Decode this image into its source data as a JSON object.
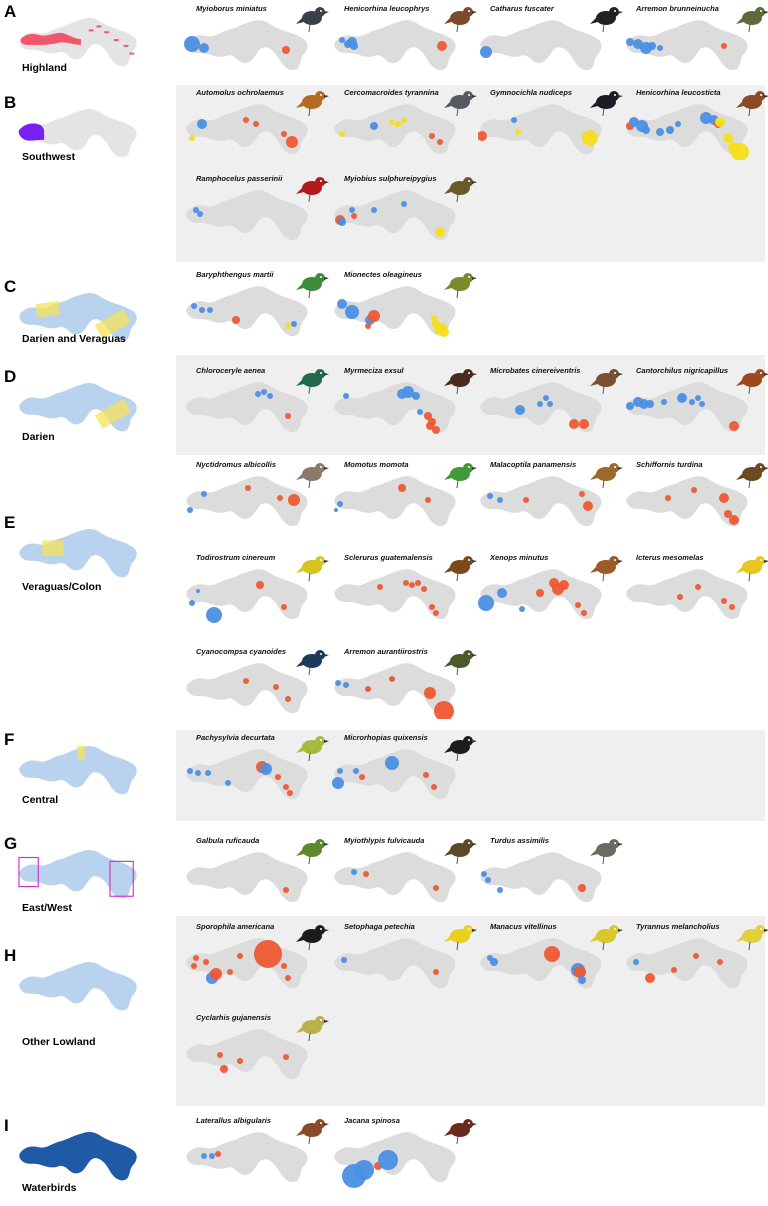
{
  "colors": {
    "land": "#dcdcdc",
    "lowland_blue": "#b9d2ee",
    "highland_red": "#f1566d",
    "southwest_purple": "#7a1ff2",
    "yellow_box": "#f6e25a",
    "magenta_box": "#cc33cc",
    "waterbird_blue": "#1f5aa6",
    "dot_blue": "#4a8fe3",
    "dot_red": "#ee5733",
    "dot_yellow": "#f6dd1c",
    "band_bg": "#efefef"
  },
  "groups": [
    {
      "letter": "A",
      "label": "Highland"
    },
    {
      "letter": "B",
      "label": "Southwest"
    },
    {
      "letter": "C",
      "label": "Darien and Veraguas"
    },
    {
      "letter": "D",
      "label": "Darien"
    },
    {
      "letter": "E",
      "label": "Veraguas/Colon"
    },
    {
      "letter": "F",
      "label": "Central"
    },
    {
      "letter": "G",
      "label": "East/West"
    },
    {
      "letter": "H",
      "label": "Other Lowland"
    },
    {
      "letter": "I",
      "label": "Waterbirds"
    }
  ],
  "species": [
    {
      "name": "Myioborus miniatus",
      "group": "A",
      "bird": "#3a3f4a"
    },
    {
      "name": "Henicorhina leucophrys",
      "group": "A",
      "bird": "#7a4a2a"
    },
    {
      "name": "Catharus fuscater",
      "group": "A",
      "bird": "#222222"
    },
    {
      "name": "Arremon brunneinucha",
      "group": "A",
      "bird": "#5b6b3a"
    },
    {
      "name": "Automolus ochrolaemus",
      "group": "B",
      "bird": "#b46a22"
    },
    {
      "name": "Cercomacroides tyrannina",
      "group": "B",
      "bird": "#555a60"
    },
    {
      "name": "Gymnocichla nudiceps",
      "group": "B",
      "bird": "#1c1c24"
    },
    {
      "name": "Henicorhina leucosticta",
      "group": "B",
      "bird": "#8a4a22"
    },
    {
      "name": "Ramphocelus passerinii",
      "group": "B",
      "bird": "#b51a1a"
    },
    {
      "name": "Myiobius sulphureipygius",
      "group": "B",
      "bird": "#6a5a2a"
    },
    {
      "name": "Baryphthengus martii",
      "group": "C",
      "bird": "#3f8a3a"
    },
    {
      "name": "Mionectes oleagineus",
      "group": "C",
      "bird": "#7b8a2a"
    },
    {
      "name": "Chloroceryle aenea",
      "group": "D",
      "bird": "#1f6a4a"
    },
    {
      "name": "Myrmeciza exsul",
      "group": "D",
      "bird": "#4a2a1e"
    },
    {
      "name": "Microbates cinereiventris",
      "group": "D",
      "bird": "#7a5032"
    },
    {
      "name": "Cantorchilus nigricapillus",
      "group": "D",
      "bird": "#9a4a1e"
    },
    {
      "name": "Nyctidromus albicollis",
      "group": "E",
      "bird": "#8a7a6a"
    },
    {
      "name": "Momotus momota",
      "group": "E",
      "bird": "#3f9a3a"
    },
    {
      "name": "Malacoptila panamensis",
      "group": "E",
      "bird": "#9a6a2a"
    },
    {
      "name": "Schiffornis turdina",
      "group": "E",
      "bird": "#6a4a1e"
    },
    {
      "name": "Todirostrum cinereum",
      "group": "E",
      "bird": "#d8c41e"
    },
    {
      "name": "Sclerurus guatemalensis",
      "group": "E",
      "bird": "#7a4a1e"
    },
    {
      "name": "Xenops minutus",
      "group": "E",
      "bird": "#9a5a2a"
    },
    {
      "name": "Icterus mesomelas",
      "group": "E",
      "bird": "#e8c81e"
    },
    {
      "name": "Cyanocompsa cyanoides",
      "group": "E",
      "bird": "#1e3a5a"
    },
    {
      "name": "Arremon aurantiirostris",
      "group": "E",
      "bird": "#4a5a2a"
    },
    {
      "name": "Pachysylvia decurtata",
      "group": "F",
      "bird": "#a8b83a"
    },
    {
      "name": "Microrhopias quixensis",
      "group": "F",
      "bird": "#1c1c1c"
    },
    {
      "name": "Galbula ruficauda",
      "group": "G",
      "bird": "#5a8a2a"
    },
    {
      "name": "Myiothlypis fulvicauda",
      "group": "G",
      "bird": "#5a4a2a"
    },
    {
      "name": "Turdus assimilis",
      "group": "G",
      "bird": "#6a6a62"
    },
    {
      "name": "Sporophila americana",
      "group": "H",
      "bird": "#1c1c1c"
    },
    {
      "name": "Setophaga petechia",
      "group": "H",
      "bird": "#e8d21e"
    },
    {
      "name": "Manacus vitellinus",
      "group": "H",
      "bird": "#d8c82a"
    },
    {
      "name": "Tyrannus melancholius",
      "group": "H",
      "bird": "#e2d03a"
    },
    {
      "name": "Cyclarhis gujanensis",
      "group": "H",
      "bird": "#b8b04a"
    },
    {
      "name": "Laterallus albigularis",
      "group": "I",
      "bird": "#8a4a2a"
    },
    {
      "name": "Jacana spinosa",
      "group": "I",
      "bird": "#6a2a1e"
    }
  ]
}
